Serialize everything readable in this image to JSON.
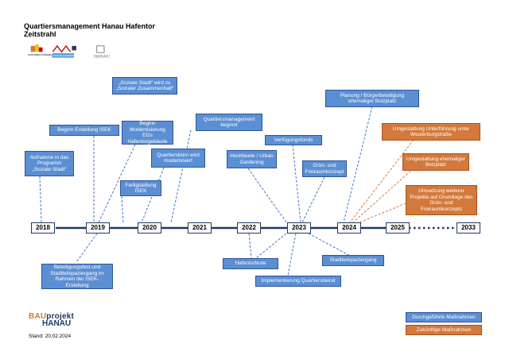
{
  "header": {
    "title": "Quartiersmanagement Hanau Hafentor",
    "subtitle": "Zeitstrahl"
  },
  "logos": {
    "left": "STÄDTEBAU-FÖRDERUNG",
    "middle": "SOZIALER ZUSAMMENHALT",
    "right": "HANAU"
  },
  "timeline": {
    "years": [
      "2018",
      "2019",
      "2020",
      "2021",
      "2022",
      "2023",
      "2024",
      "2025",
      "2033"
    ]
  },
  "events_above": [
    {
      "id": "aufnahme",
      "text": "Aufnahme in das Programm „Soziale Stadt“"
    },
    {
      "id": "isek",
      "text": "Beginn Erstellung ISEK"
    },
    {
      "id": "modern",
      "text": "Beginn Modernisierung EGs Hafentorgebäude"
    },
    {
      "id": "soziale",
      "text": "„Soziale Stadt“ wird zu „Sozialer Zusammenhalt“"
    },
    {
      "id": "buero",
      "text": "Quartiersbüro wird modernisiert"
    },
    {
      "id": "fertig",
      "text": "Fertigstellung ISEK"
    },
    {
      "id": "qm",
      "text": "Quartiersmanagement beginnt"
    },
    {
      "id": "hochbeete",
      "text": "Hochbeete / Urban Gardening"
    },
    {
      "id": "fonds",
      "text": "Verfügungsfonds"
    },
    {
      "id": "gruen",
      "text": "Grün- und Freiraumkonzept"
    },
    {
      "id": "planung",
      "text": "Planung / Bürgerbeteiligung ehemaliger Bolzplatz"
    }
  ],
  "events_below": [
    {
      "id": "beteiligung",
      "text": "Beteiligungsfest und Stadtteilspaziergang im Rahmen der ISEK-Erstellung"
    },
    {
      "id": "hafentorfeste",
      "text": "Hafentorfeste"
    },
    {
      "id": "beirat",
      "text": "Implementierung Quartiersbeirat"
    },
    {
      "id": "spaziergang",
      "text": "Stadtteilspaziergang"
    }
  ],
  "future_events": [
    {
      "id": "unterfuehrung",
      "text": "Umgestaltung Unterführung unter Westerburgstraße"
    },
    {
      "id": "bolzplatz",
      "text": "Umgestaltung ehemaliger Bolzplatz"
    },
    {
      "id": "weitere",
      "text": "Umsetzung weiterer Projekte auf Grundlage des Grün- und Freiraumkonzepts"
    }
  ],
  "footer": {
    "brand_line1_a": "BAU",
    "brand_line1_b": "projekt",
    "brand_line2": "HANAU",
    "stand": "Stand: 20.02.2024"
  },
  "legend": {
    "done": "Durchgeführte Maßnahmen",
    "future": "Zukünftige Maßnahmen"
  },
  "colors": {
    "done": "#5b8fd4",
    "future": "#d2793b",
    "axis": "#1f3864"
  }
}
